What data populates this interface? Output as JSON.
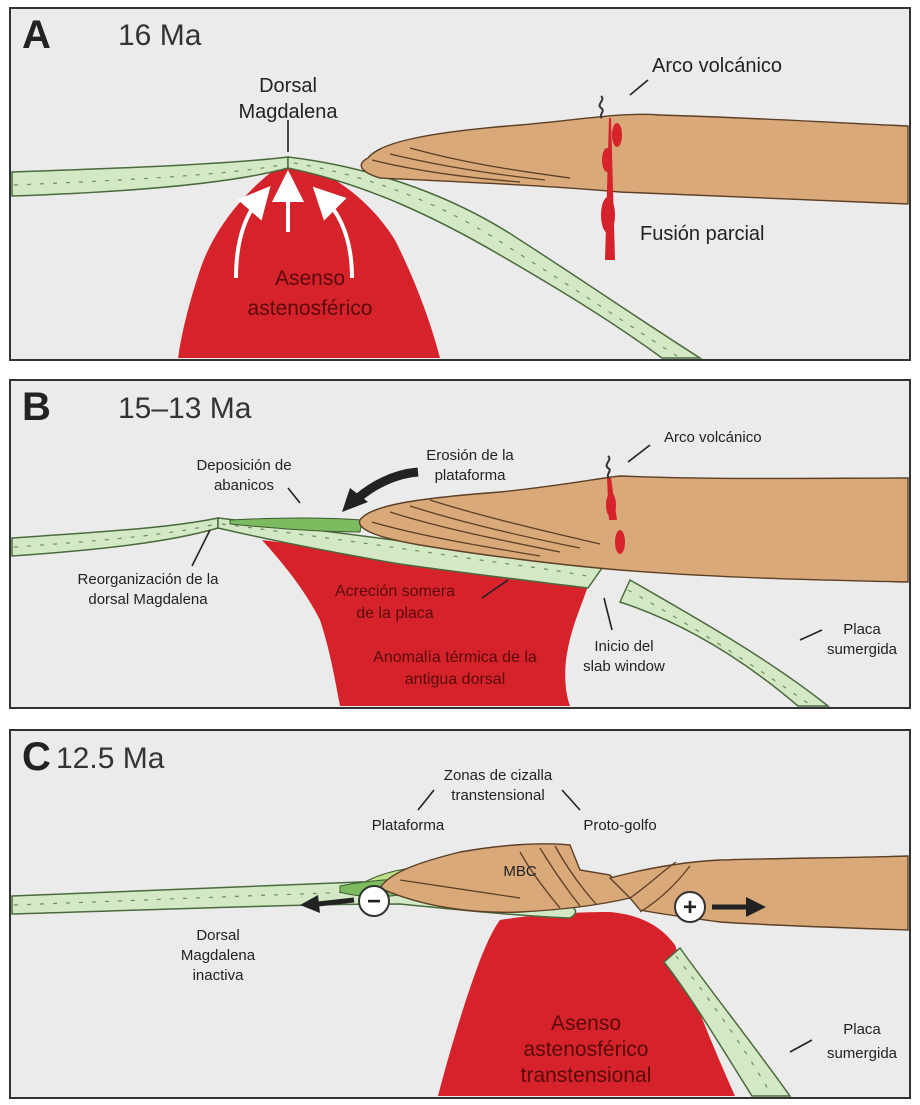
{
  "colors": {
    "background": "#ecebeb",
    "oceanic_plate": "#d3e9c6",
    "continental_crust": "#d9a979",
    "asthenosphere": "#d6232b",
    "frame": "#333333"
  },
  "panel_a": {
    "letter": "A",
    "age": "16 Ma",
    "dorsal_line1": "Dorsal",
    "dorsal_line2": "Magdalena",
    "arco": "Arco volcánico",
    "fusion": "Fusión parcial",
    "asenso_line1": "Asenso",
    "asenso_line2": "astenosférico"
  },
  "panel_b": {
    "letter": "B",
    "age": "15–13 Ma",
    "deposicion_line1": "Deposición de",
    "deposicion_line2": "abanicos",
    "erosion_line1": "Erosión de la",
    "erosion_line2": "plataforma",
    "arco": "Arco volcánico",
    "reorg_line1": "Reorganización de la",
    "reorg_line2": "dorsal Magdalena",
    "acrecion_line1": "Acreción somera",
    "acrecion_line2": "de la placa",
    "inicio_line1": "Inicio del",
    "inicio_line2": "slab window",
    "placa_line1": "Placa",
    "placa_line2": "sumergida",
    "anomalia_line1": "Anomalía térmica de la",
    "anomalia_line2": "antigua dorsal"
  },
  "panel_c": {
    "letter": "C",
    "age": "12.5 Ma",
    "zonas_line1": "Zonas de cizalla",
    "zonas_line2": "transtensional",
    "plataforma": "Plataforma",
    "protogolfo": "Proto-golfo",
    "mbc": "MBC",
    "minus": "−",
    "plus": "+",
    "dorsal_line1": "Dorsal",
    "dorsal_line2": "Magdalena",
    "dorsal_line3": "inactiva",
    "placa_line1": "Placa",
    "placa_line2": "sumergida",
    "asenso_line1": "Asenso",
    "asenso_line2": "astenosférico",
    "asenso_line3": "transtensional"
  }
}
